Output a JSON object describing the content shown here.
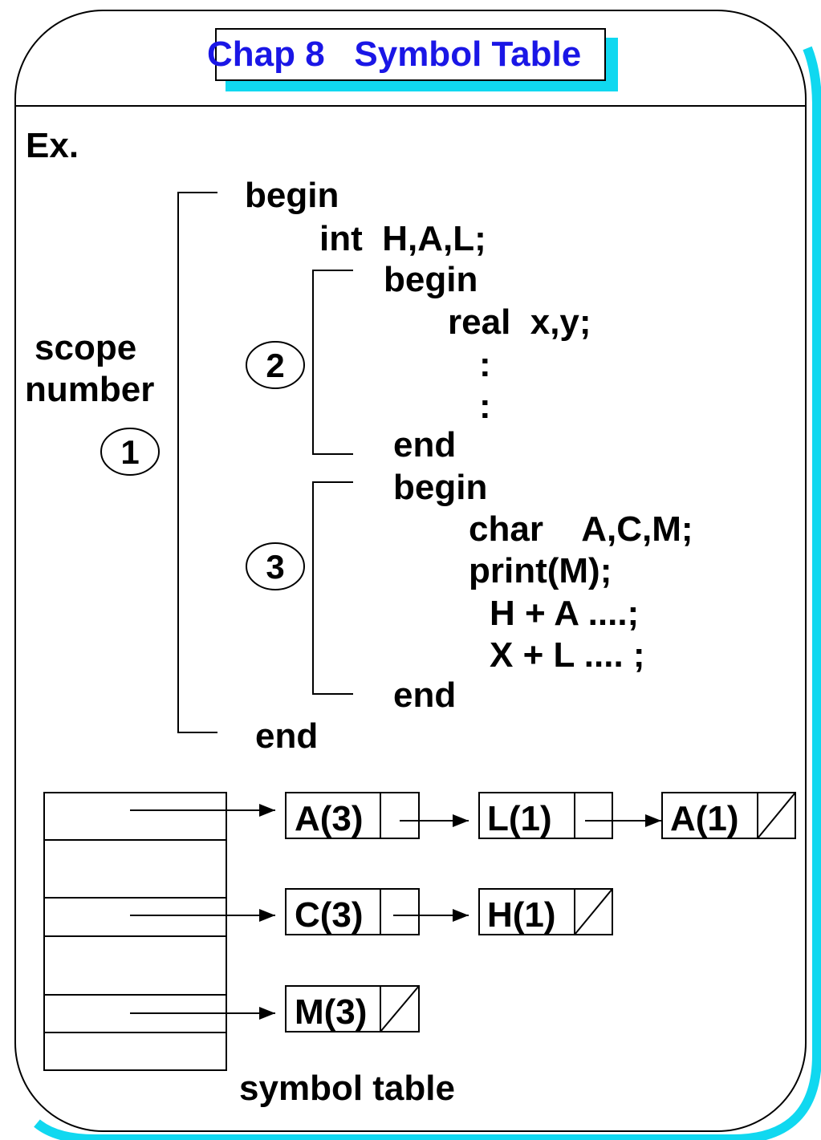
{
  "slide": {
    "title": "Chap 8   Symbol Table",
    "example_label": "Ex."
  },
  "scope_label": {
    "line1": "scope",
    "line2": "number"
  },
  "scopes": {
    "outer": "1",
    "inner_a": "2",
    "inner_b": "3"
  },
  "code": [
    "begin",
    "int  H,A,L;",
    "begin",
    "real  x,y;",
    ":",
    ":",
    "end",
    "begin",
    "char    A,C,M;",
    "print(M);",
    "H + A ....;",
    "X + L .... ;",
    "end",
    "end"
  ],
  "symbol_table": {
    "caption": "symbol table",
    "chains": [
      [
        "A(3)",
        "L(1)",
        "A(1)"
      ],
      [
        "C(3)",
        "H(1)"
      ],
      [
        "M(3)"
      ]
    ]
  },
  "colors": {
    "title_text": "#1a16e6",
    "shadow": "#10d8f0",
    "frame": "#000000"
  }
}
